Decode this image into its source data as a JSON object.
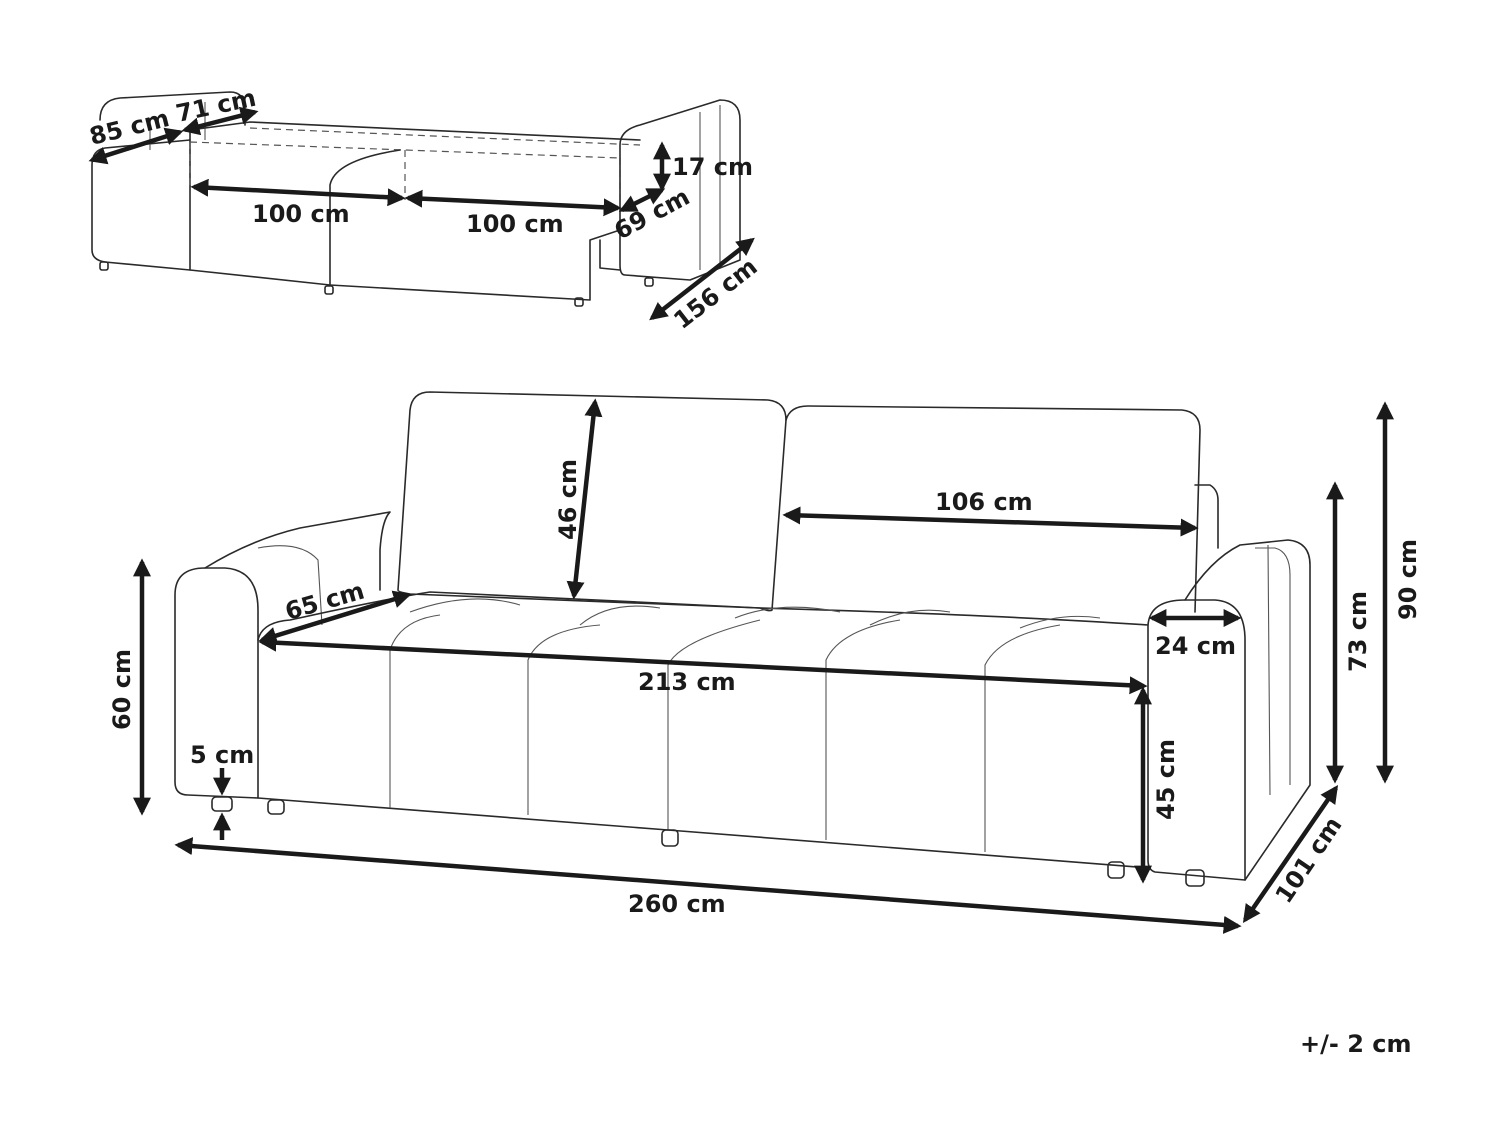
{
  "folded_view": {
    "arm_depth": "85 cm",
    "arm_width": "71 cm",
    "bed_left": "100 cm",
    "bed_right": "100 cm",
    "mattress_height": "17 cm",
    "arm_inner": "69 cm",
    "bed_length": "156 cm"
  },
  "main_view": {
    "backrest_height": "46 cm",
    "cushion_width": "106 cm",
    "seat_depth": "65 cm",
    "arm_height": "60 cm",
    "seat_width": "213 cm",
    "arm_width": "24 cm",
    "back_height_73": "73 cm",
    "total_height": "90 cm",
    "leg_height": "5 cm",
    "seat_height": "45 cm",
    "total_width": "260 cm",
    "total_depth": "101 cm"
  },
  "tolerance": "+/- 2 cm"
}
